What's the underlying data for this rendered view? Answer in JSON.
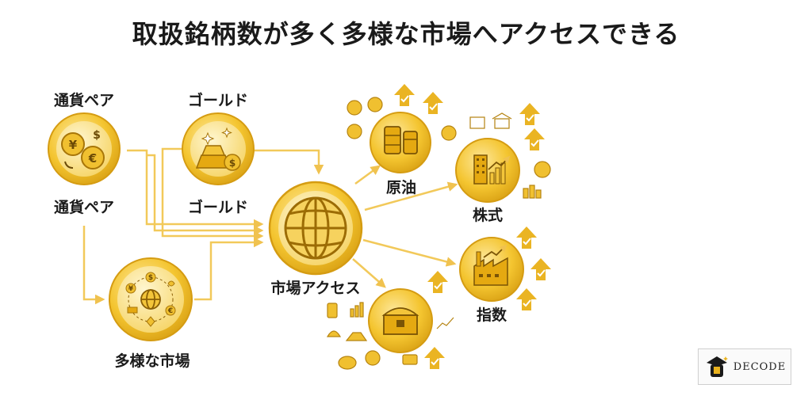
{
  "title": "取扱銘柄数が多く多様な市場へアクセスできる",
  "nodes": {
    "fx_top": "通貨ペア",
    "fx_bottom": "通貨ペア",
    "gold_top": "ゴールド",
    "gold_bottom": "ゴールド",
    "diverse_markets": "多様な市場",
    "market_access": "市場アクセス",
    "crude_oil": "原油",
    "stocks": "株式",
    "indices": "指数"
  },
  "coin_symbols": {
    "yen": "¥",
    "dollar": "$",
    "euro": "€"
  },
  "logo": {
    "text": "DECODE"
  },
  "colors": {
    "gold_light": "#f8d86a",
    "gold": "#efb91c",
    "gold_dark": "#d49a12",
    "arrow": "#f2c95a",
    "arrow_up": "#e9b21d"
  }
}
